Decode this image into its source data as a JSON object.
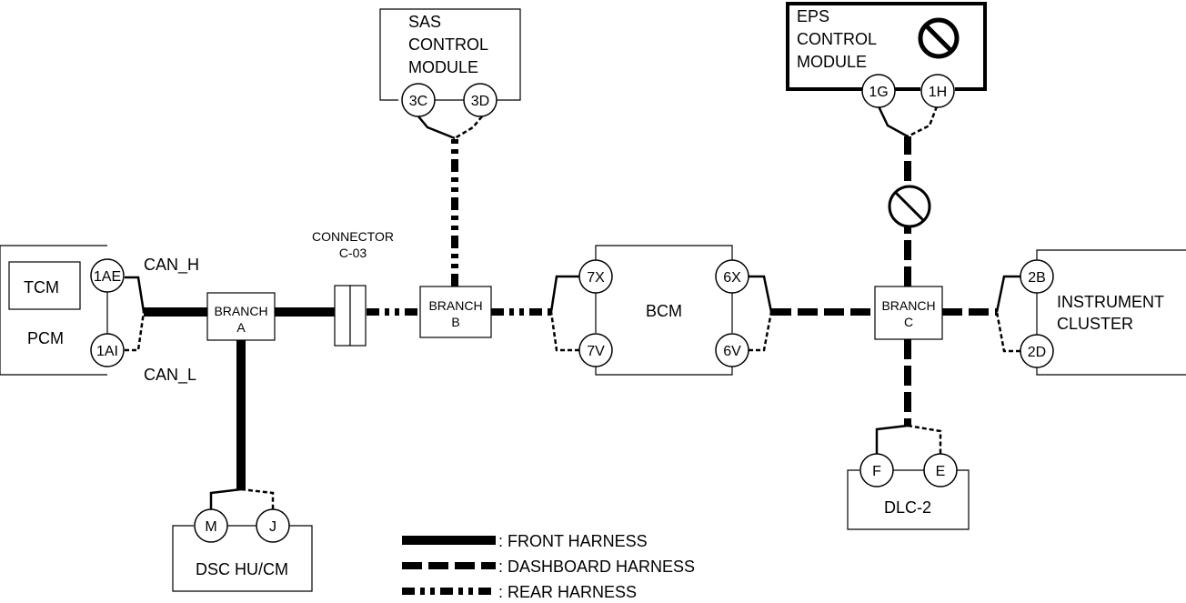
{
  "modules": {
    "pcm": {
      "label": "PCM",
      "sub_label": "TCM",
      "pin_h": "1AE",
      "pin_l": "1AI"
    },
    "sas": {
      "line1": "SAS",
      "line2": "CONTROL",
      "line3": "MODULE",
      "pin_h": "3C",
      "pin_l": "3D"
    },
    "eps": {
      "line1": "EPS",
      "line2": "CONTROL",
      "line3": "MODULE",
      "pin_h": "1G",
      "pin_l": "1H",
      "icon": "prohibited-icon"
    },
    "bcm": {
      "label": "BCM",
      "pin_left_h": "7X",
      "pin_left_l": "7V",
      "pin_right_h": "6X",
      "pin_right_l": "6V"
    },
    "instrument_cluster": {
      "line1": "INSTRUMENT",
      "line2": "CLUSTER",
      "pin_h": "2B",
      "pin_l": "2D"
    },
    "dsc": {
      "label": "DSC HU/CM",
      "pin_h": "M",
      "pin_l": "J"
    },
    "dlc": {
      "label": "DLC-2",
      "pin_h": "F",
      "pin_l": "E"
    }
  },
  "signals": {
    "can_h": "CAN_H",
    "can_l": "CAN_L"
  },
  "branches": {
    "a": {
      "line1": "BRANCH",
      "line2": "A"
    },
    "b": {
      "line1": "BRANCH",
      "line2": "B"
    },
    "c": {
      "line1": "BRANCH",
      "line2": "C"
    }
  },
  "connector": {
    "line1": "CONNECTOR",
    "line2": "C-03"
  },
  "legend": {
    "front": ": FRONT HARNESS",
    "dashboard": ": DASHBOARD HARNESS",
    "rear": ": REAR HARNESS"
  },
  "colors": {
    "line": "#000000",
    "background": "#ffffff"
  }
}
